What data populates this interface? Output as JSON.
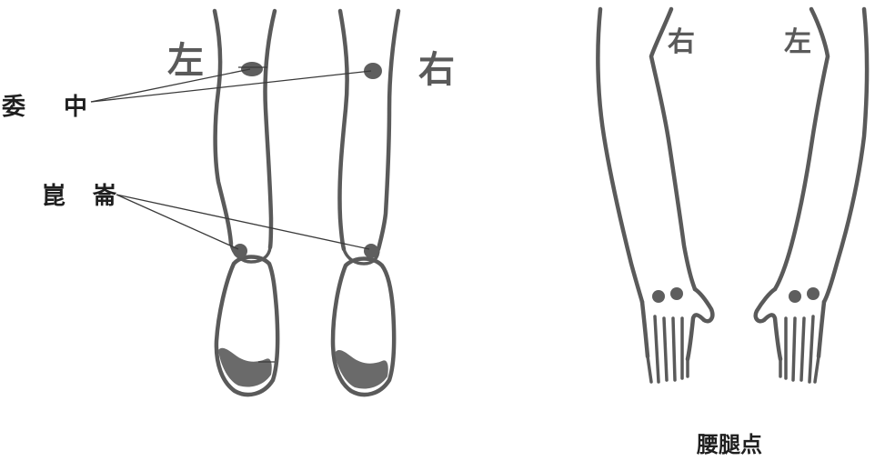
{
  "figure": {
    "caption": "腰腿点"
  },
  "legs": {
    "left_side_label": "左",
    "right_side_label": "右"
  },
  "arms": {
    "right_side_label": "右",
    "left_side_label": "左"
  },
  "points": {
    "weizhong": {
      "c1": "委",
      "c2": "中"
    },
    "kunlun": {
      "c1": "崑",
      "c2": "崙"
    }
  },
  "colors": {
    "outline": "#5a5a5a",
    "point": "#5e5e5e",
    "text": "#1f1f1f"
  }
}
